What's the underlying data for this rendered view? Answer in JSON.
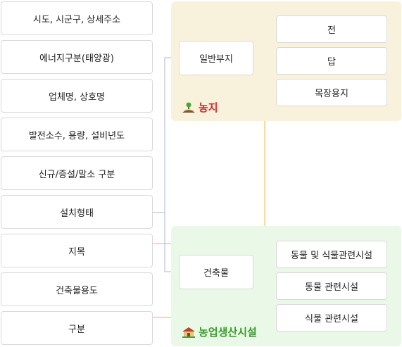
{
  "left_items": [
    "시도, 시군구, 상세주소",
    "에너지구분(태양광)",
    "업체명, 상호명",
    "발전소수, 용량, 설비년도",
    "신규/증설/말소 구분",
    "설치형태",
    "지목",
    "건축물용도",
    "구분"
  ],
  "farmland": {
    "title": "농지",
    "icon": "farmland-icon",
    "category": "일반부지",
    "items": [
      "전",
      "답",
      "목장용지"
    ]
  },
  "facility": {
    "title": "농업생산시설",
    "icon": "farm-building-icon",
    "category": "건축물",
    "items": [
      "동물 및 식물관련시설",
      "동물 관련시설",
      "식물 관련시설"
    ]
  },
  "colors": {
    "farm_panel": "#f8f1dc",
    "facility_panel": "#eaf8e8",
    "farm_title": "#d7262c",
    "facility_title": "#3a9a2c",
    "orange_line": "#f0b43c",
    "blue_line": "#a8b8d8"
  }
}
